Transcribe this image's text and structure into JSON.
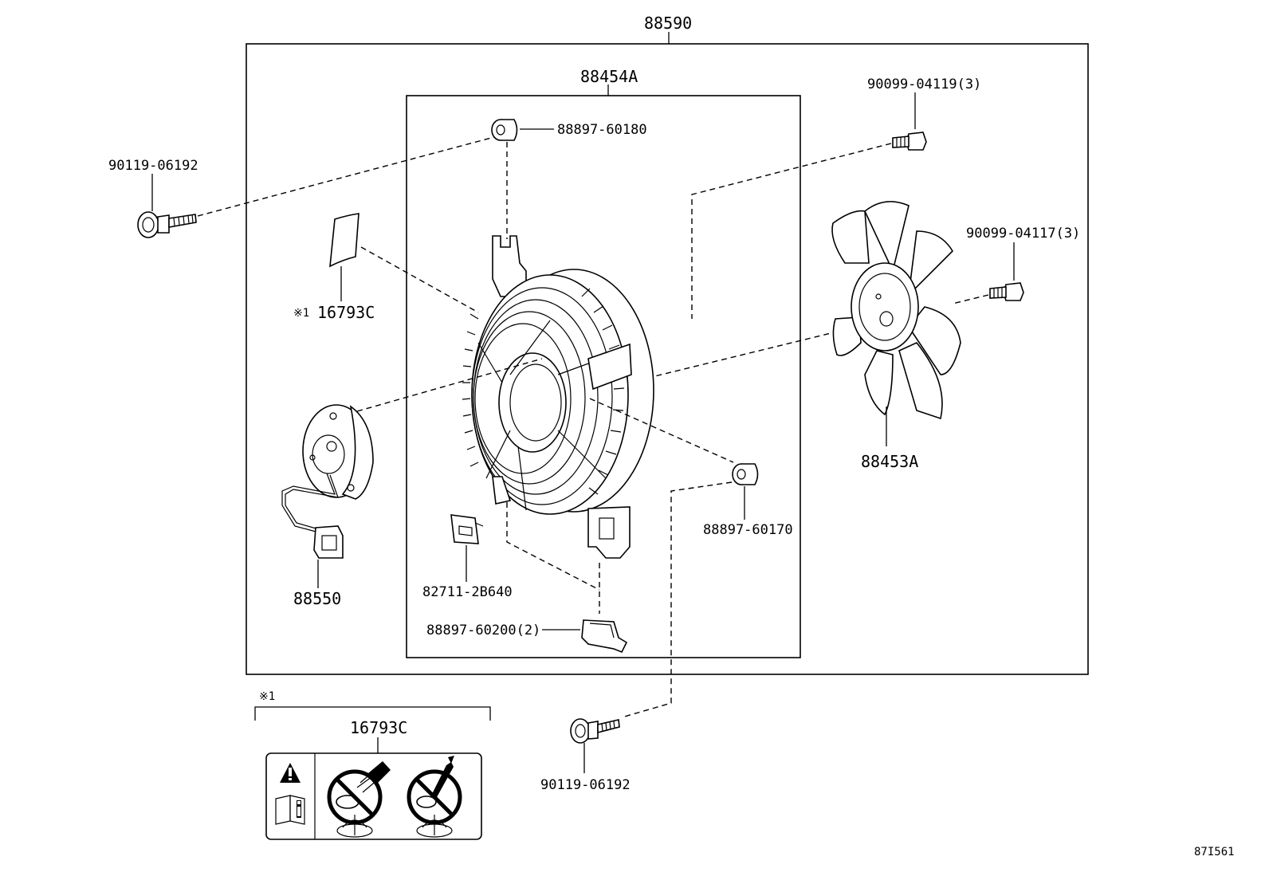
{
  "callouts": {
    "assembly_88590": "88590",
    "shroud_88454a": "88454A",
    "bolt_90119_06192_top": "90119-06192",
    "grommet_88897_60180": "88897-60180",
    "screw_90099_04119": "90099-04119(3)",
    "screw_90099_04117": "90099-04117(3)",
    "label_16793c_note_mark": "※1",
    "label_16793c": "16793C",
    "fan_88453a": "88453A",
    "grommet_88897_60170": "88897-60170",
    "motor_88550": "88550",
    "clip_82711_2b640": "82711-2B640",
    "clamp_88897_60200": "88897-60200(2)",
    "bolt_90119_06192_bottom": "90119-06192"
  },
  "note_box": {
    "mark": "※1",
    "part_no": "16793C"
  },
  "diagram_code": "87I561"
}
